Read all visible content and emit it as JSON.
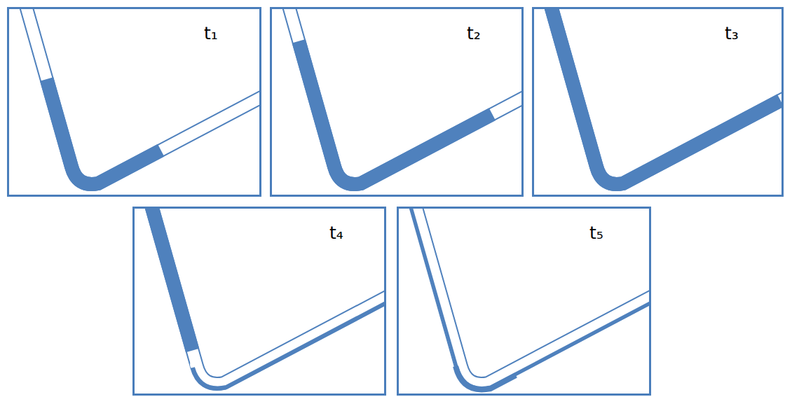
{
  "diagram": {
    "nodes": [
      {
        "text": [
          "t₁"
        ]
      },
      {
        "text": [
          "t₂"
        ]
      },
      {
        "text": [
          "t₃"
        ]
      },
      {
        "text": [
          "t₄"
        ]
      },
      {
        "text": [
          "t₅"
        ]
      }
    ]
  }
}
